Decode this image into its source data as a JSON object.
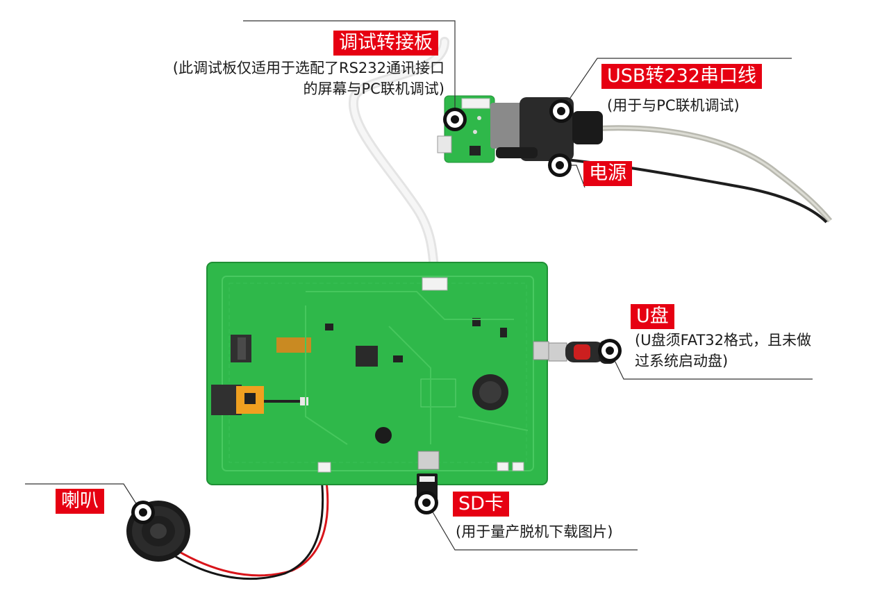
{
  "labels": {
    "debug_board": {
      "title": "调试转接板",
      "note_line1": "(此调试板仅适用于选配了RS232通讯接口",
      "note_line2": "的屏幕与PC联机调试)"
    },
    "usb_cable": {
      "title": "USB转232串口线",
      "note": "(用于与PC联机调试)"
    },
    "power": {
      "title": "电源"
    },
    "u_disk": {
      "title": "U盘",
      "note_line1": "(U盘须FAT32格式，且未做",
      "note_line2": "过系统启动盘)"
    },
    "speaker": {
      "title": "喇叭"
    },
    "sd_card": {
      "title": "SD卡",
      "note": "(用于量产脱机下载图片)"
    }
  },
  "colors": {
    "tag_background": "#e60012",
    "tag_text": "#ffffff",
    "pcb_green": "#2fb84a",
    "leader_line": "#333333",
    "marker": "#111111"
  }
}
